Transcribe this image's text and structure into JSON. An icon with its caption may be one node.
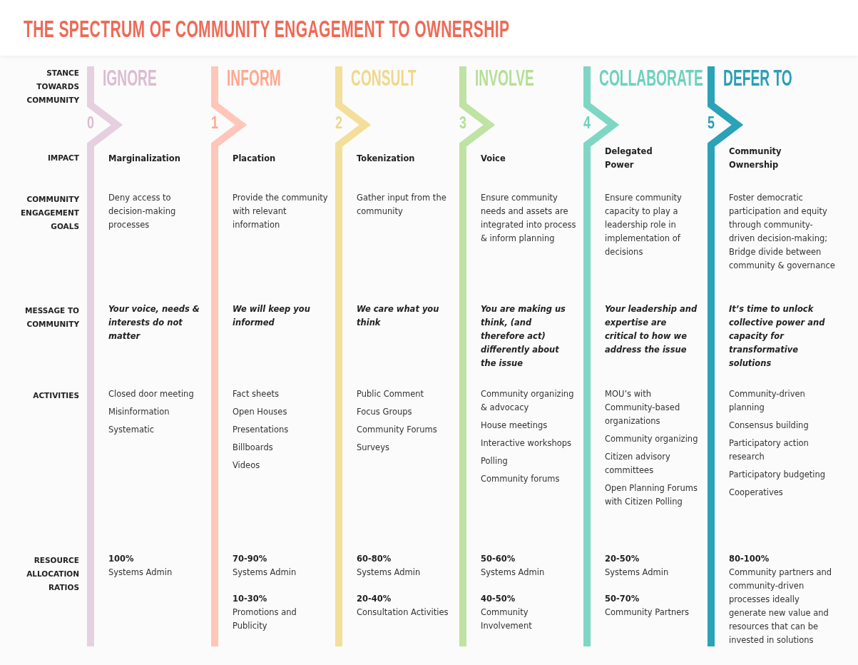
{
  "diagram": {
    "title": "THE SPECTRUM OF COMMUNITY ENGAGEMENT TO OWNERSHIP",
    "nodes": [
      {
        "text": [
          "IGNORE"
        ],
        "beside": [
          "0"
        ]
      },
      {
        "text": [
          "Marginalization"
        ],
        "in": 0
      },
      {
        "text": [
          "Deny access to decision-making processes"
        ],
        "in": 0
      },
      {
        "text": [
          "Your voice, needs & interests do not matter"
        ],
        "in": 0
      },
      {
        "text": [
          "Closed door meeting",
          "Misinformation",
          "Systematic"
        ],
        "in": 0
      },
      {
        "text": [
          "100%",
          "Systems Admin"
        ],
        "in": 0
      },
      {
        "text": [
          "INFORM"
        ],
        "beside": [
          "1"
        ]
      },
      {
        "text": [
          "Placation"
        ],
        "in": 6
      },
      {
        "text": [
          "Provide the community with relevant information"
        ],
        "in": 6
      },
      {
        "text": [
          "We will keep you informed"
        ],
        "in": 6
      },
      {
        "text": [
          "Fact sheets",
          "Open Houses",
          "Presentations",
          "Billboards",
          "Videos"
        ],
        "in": 6
      },
      {
        "text": [
          "70-90%",
          "Systems Admin",
          "10-30%",
          "Promotions and Publicity"
        ],
        "in": 6
      },
      {
        "text": [
          "CONSULT"
        ],
        "beside": [
          "2"
        ]
      },
      {
        "text": [
          "Tokenization"
        ],
        "in": 12
      },
      {
        "text": [
          "Gather input from the community"
        ],
        "in": 12
      },
      {
        "text": [
          "We care what you think"
        ],
        "in": 12
      },
      {
        "text": [
          "Public Comment",
          "Focus Groups",
          "Community Forums",
          "Surveys"
        ],
        "in": 12
      },
      {
        "text": [
          "60-80%",
          "Systems Admin",
          "20-40%",
          "Consultation Activities"
        ],
        "in": 12
      },
      {
        "text": [
          "INVOLVE"
        ],
        "beside": [
          "3"
        ]
      },
      {
        "text": [
          "Voice"
        ],
        "in": 18
      },
      {
        "text": [
          "Ensure community needs and assets are integrated into process & inform planning"
        ],
        "in": 18
      },
      {
        "text": [
          "You are making us think, (and therefore act) differently about the issue"
        ],
        "in": 18
      },
      {
        "text": [
          "Community organizing & advocacy",
          "House meetings",
          "Interactive workshops",
          "Polling",
          "Community forums"
        ],
        "in": 18
      },
      {
        "text": [
          "50-60%",
          "Systems Admin",
          "40-50%",
          "Community Involvement"
        ],
        "in": 18
      },
      {
        "text": [
          "COLLABORATE"
        ],
        "beside": [
          "4"
        ]
      },
      {
        "text": [
          "Delegated Power"
        ],
        "in": 24
      },
      {
        "text": [
          "Ensure community capacity to play a leadership role in implementation of decisions"
        ],
        "in": 24
      },
      {
        "text": [
          "Your leadership and expertise are critical to how we address the issue"
        ],
        "in": 24
      },
      {
        "text": [
          "MOU’s with Community-based organizations",
          "Community organizing",
          "Citizen advisory committees",
          "Open Planning Forums with Citizen Polling"
        ],
        "in": 24
      },
      {
        "text": [
          "20-50%",
          "Systems Admin",
          "50-70%",
          "Community Partners"
        ],
        "in": 24
      },
      {
        "text": [
          "DEFER TO"
        ],
        "beside": [
          "5"
        ]
      },
      {
        "text": [
          "Community Ownership"
        ],
        "in": 30
      },
      {
        "text": [
          "Foster democratic participation and equity through community-driven decision-making; Bridge divide between community & governance"
        ],
        "in": 30
      },
      {
        "text": [
          "It’s time to unlock collective power and capacity for transformative solutions"
        ],
        "in": 30
      },
      {
        "text": [
          "Community-driven planning",
          "Consensus building",
          "Participatory action research",
          "Participatory budgeting",
          "Cooperatives"
        ],
        "in": 30
      },
      {
        "text": [
          "80-100%",
          "Community partners and community-driven processes ideally generate new value and resources that can be invested in solutions"
        ],
        "in": 30
      }
    ],
    "labels": [
      "STANCE TOWARDS COMMUNITY",
      "IMPACT",
      "COMMUNITY ENGAGEMENT GOALS",
      "MESSAGE TO COMMUNITY",
      "ACTIVITIES",
      "RESOURCE ALLOCATION RATIOS"
    ]
  }
}
